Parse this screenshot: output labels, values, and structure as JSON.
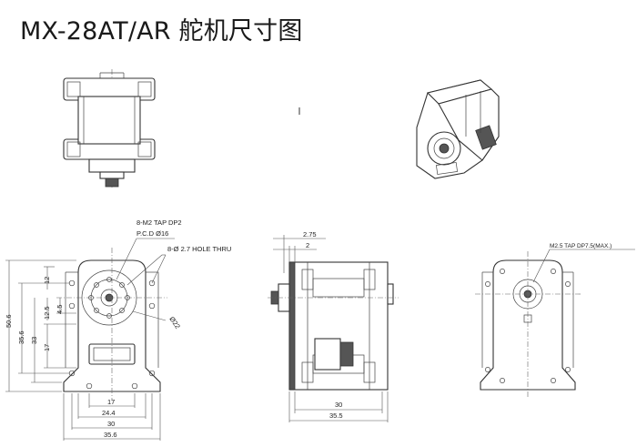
{
  "title": "MX-28AT/AR 舵机尺寸图",
  "front_view": {
    "callout_tap": "8-M2 TAP DP2",
    "callout_pcd": "P.C.D  Ø16",
    "callout_hole": "8-Ø 2.7 HOLE THRU",
    "diameter_22": "Ø22",
    "dim_left_outer": "50.6",
    "dim_left_35_6": "35.6",
    "dim_left_33": "33",
    "dim_left_17": "17",
    "dim_left_12": "12",
    "dim_left_12_5": "12.5",
    "dim_left_4_5": "4.5",
    "dim_bottom_17": "17",
    "dim_bottom_24_4": "24.4",
    "dim_bottom_30": "30",
    "dim_bottom_35_6": "35.6"
  },
  "side_view": {
    "dim_top_2_75": "2.75",
    "dim_top_2": "2",
    "dim_bottom_30": "30",
    "dim_bottom_35_5": "35.5"
  },
  "back_view": {
    "callout_tap": "M2.5 TAP DP7.5(MAX.)"
  }
}
